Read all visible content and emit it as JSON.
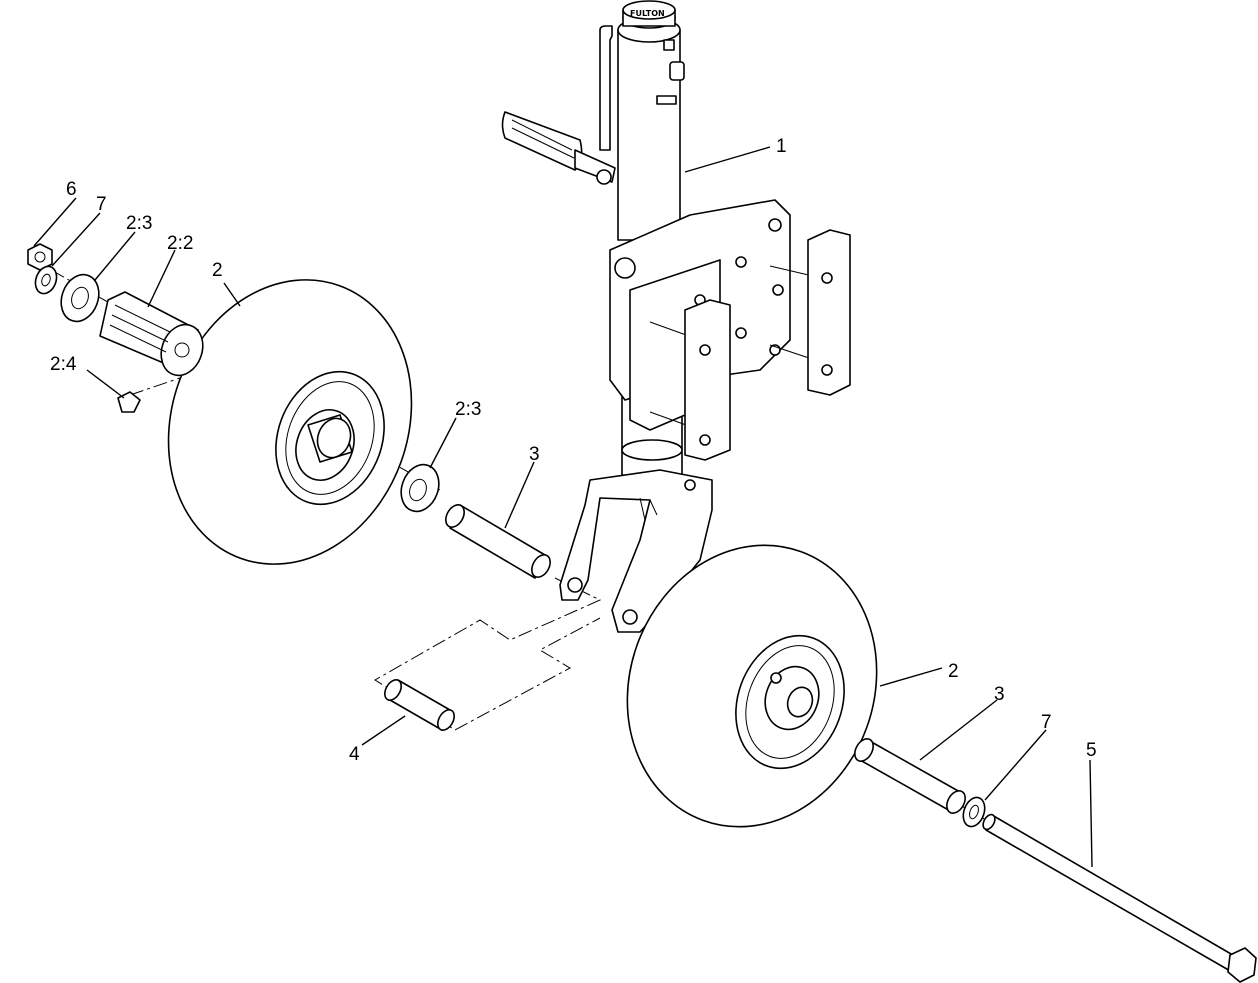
{
  "diagram": {
    "brand_label": "FULTON",
    "callouts": [
      {
        "id": "1",
        "text": "1"
      },
      {
        "id": "2a",
        "text": "2"
      },
      {
        "id": "2b",
        "text": "2"
      },
      {
        "id": "3a",
        "text": "3"
      },
      {
        "id": "3b",
        "text": "3"
      },
      {
        "id": "4",
        "text": "4"
      },
      {
        "id": "5",
        "text": "5"
      },
      {
        "id": "6",
        "text": "6"
      },
      {
        "id": "7a",
        "text": "7"
      },
      {
        "id": "7b",
        "text": "7"
      },
      {
        "id": "22",
        "text": "2:2"
      },
      {
        "id": "23a",
        "text": "2:3"
      },
      {
        "id": "23b",
        "text": "2:3"
      },
      {
        "id": "24",
        "text": "2:4"
      }
    ]
  }
}
